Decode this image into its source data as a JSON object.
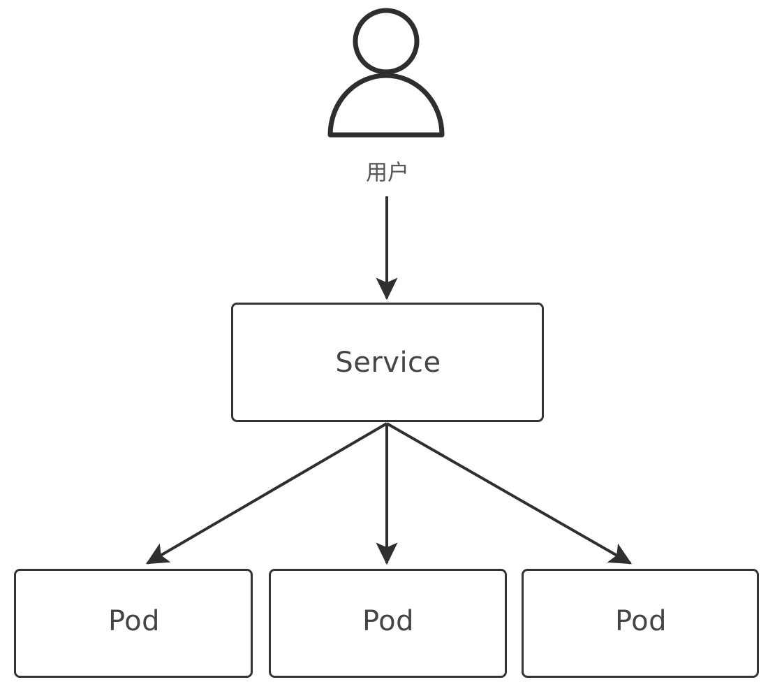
{
  "diagram": {
    "type": "flowchart",
    "background_color": "#ffffff",
    "stroke_color": "#333333",
    "arrow_color": "#2f2f2f",
    "label_color": "#444444",
    "actor_label_color": "#555555",
    "actor": {
      "icon": "user-actor-icon",
      "label": "用户"
    },
    "nodes": [
      {
        "id": "service",
        "label": "Service",
        "shape": "rounded-rect"
      },
      {
        "id": "pod-1",
        "label": "Pod",
        "shape": "rounded-rect"
      },
      {
        "id": "pod-2",
        "label": "Pod",
        "shape": "rounded-rect"
      },
      {
        "id": "pod-3",
        "label": "Pod",
        "shape": "rounded-rect"
      }
    ],
    "edges": [
      {
        "from": "actor",
        "to": "service",
        "style": "solid-arrow"
      },
      {
        "from": "service",
        "to": "pod-1",
        "style": "solid-arrow"
      },
      {
        "from": "service",
        "to": "pod-2",
        "style": "solid-arrow"
      },
      {
        "from": "service",
        "to": "pod-3",
        "style": "solid-arrow"
      }
    ]
  }
}
